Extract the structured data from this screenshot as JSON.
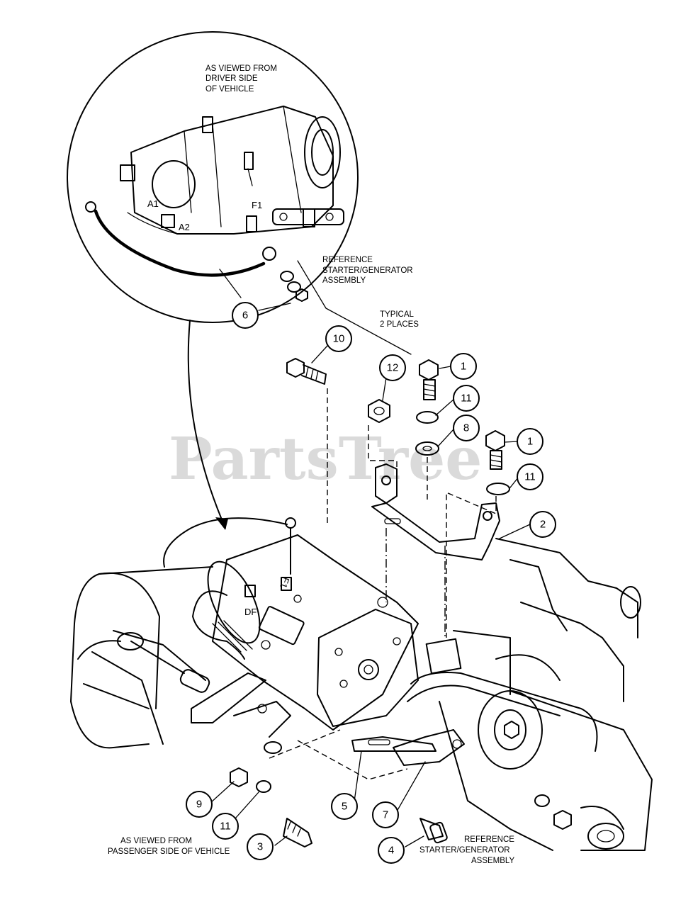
{
  "watermark": "PartsTree",
  "views": {
    "driver_side": [
      "AS VIEWED FROM",
      "DRIVER SIDE",
      "OF VEHICLE"
    ],
    "passenger_side": [
      "AS VIEWED FROM",
      "PASSENGER SIDE OF VEHICLE"
    ]
  },
  "notes": {
    "reference_top": [
      "REFERENCE",
      "STARTER/GENERATOR",
      "ASSEMBLY"
    ],
    "typical": [
      "TYPICAL",
      "2 PLACES"
    ],
    "reference_bottom": [
      "REFERENCE",
      "STARTER/GENERATOR",
      "ASSEMBLY"
    ]
  },
  "terminal_marks": {
    "a1": "A1",
    "a2": "A2",
    "f1": "F1",
    "df": "DF"
  },
  "callouts": [
    {
      "id": "c6",
      "label": "6"
    },
    {
      "id": "c10",
      "label": "10"
    },
    {
      "id": "c12",
      "label": "12"
    },
    {
      "id": "c1a",
      "label": "1"
    },
    {
      "id": "c11a",
      "label": "11"
    },
    {
      "id": "c8",
      "label": "8"
    },
    {
      "id": "c1b",
      "label": "1"
    },
    {
      "id": "c11b",
      "label": "11"
    },
    {
      "id": "c2",
      "label": "2"
    },
    {
      "id": "c9",
      "label": "9"
    },
    {
      "id": "c11c",
      "label": "11"
    },
    {
      "id": "c3",
      "label": "3"
    },
    {
      "id": "c5",
      "label": "5"
    },
    {
      "id": "c7",
      "label": "7"
    },
    {
      "id": "c4",
      "label": "4"
    }
  ]
}
